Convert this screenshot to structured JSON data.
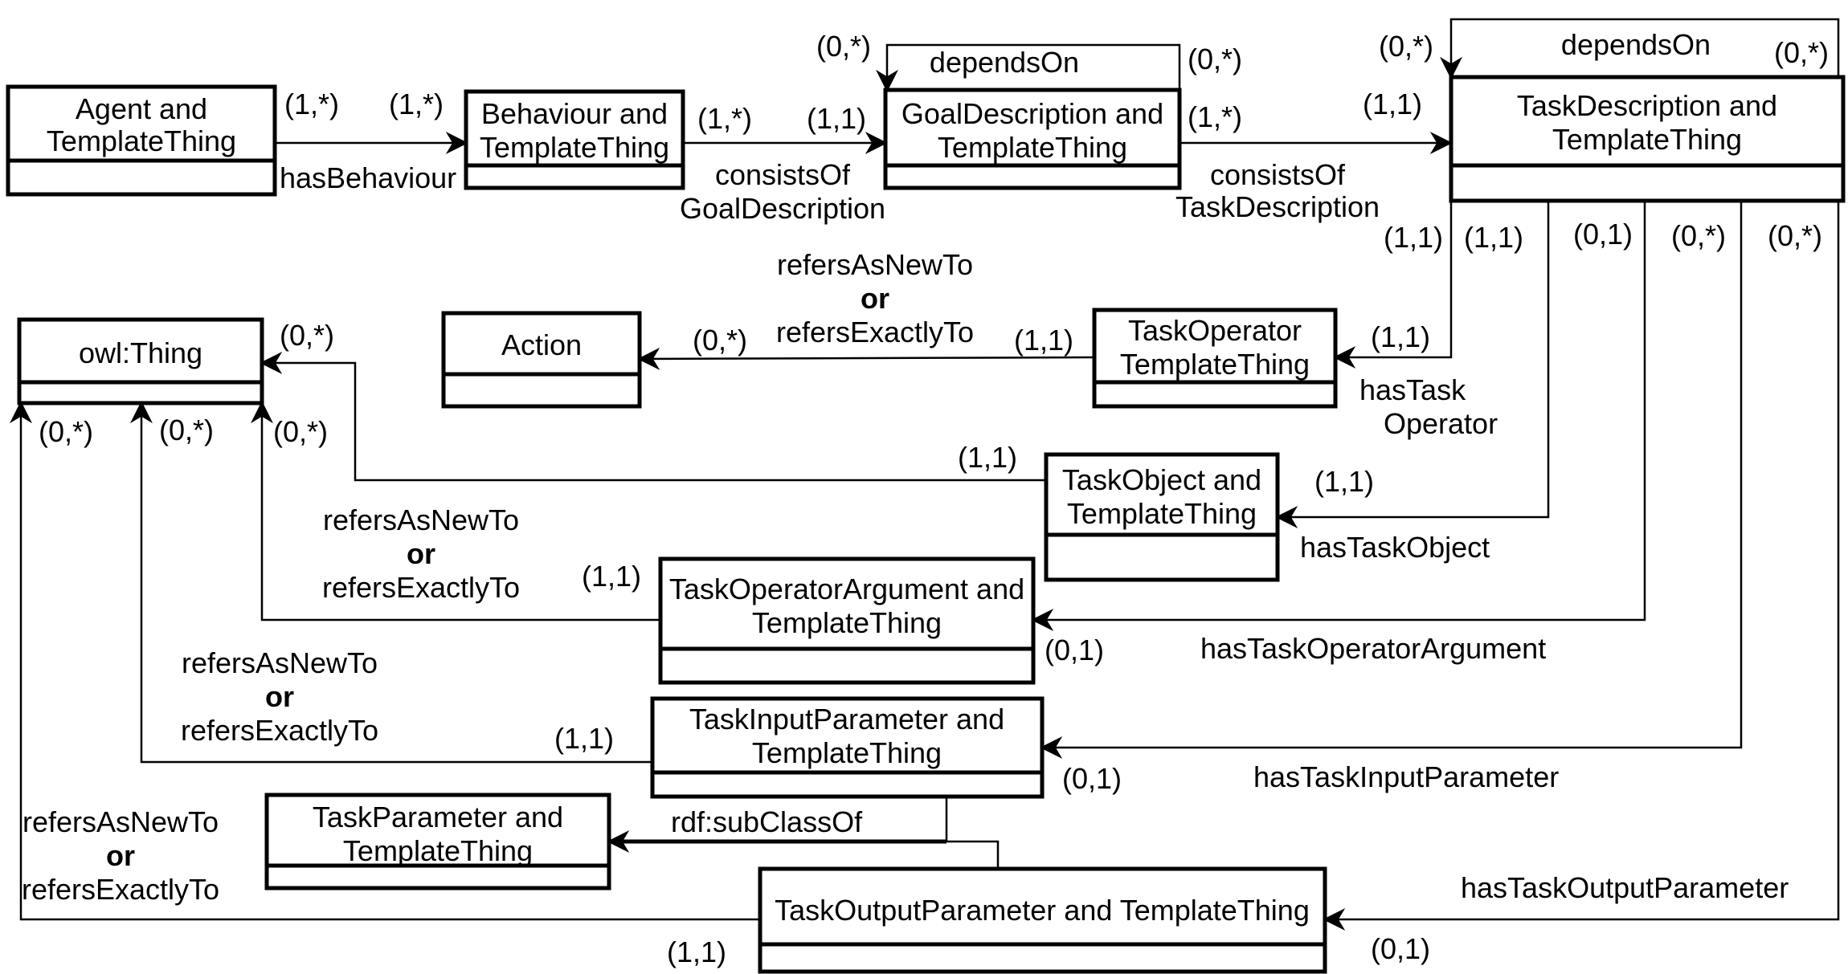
{
  "colors": {
    "line": "#000000",
    "background": "#ffffff"
  },
  "classes": {
    "agent": [
      "Agent  and",
      "TemplateThing"
    ],
    "behaviour": [
      "Behaviour and",
      "TemplateThing"
    ],
    "goal": [
      "GoalDescription and",
      "TemplateThing"
    ],
    "taskdesc": [
      "TaskDescription and",
      "TemplateThing"
    ],
    "owl": [
      "owl:Thing"
    ],
    "action": [
      "Action"
    ],
    "taskop": [
      "TaskOperator",
      "TemplateThing"
    ],
    "taskobj": [
      "TaskObject and",
      "TemplateThing"
    ],
    "taskoparg": [
      "TaskOperatorArgument and",
      "TemplateThing"
    ],
    "taskin": [
      "TaskInputParameter and",
      "TemplateThing"
    ],
    "taskparam": [
      "TaskParameter and",
      "TemplateThing"
    ],
    "taskout": [
      "TaskOutputParameter and TemplateThing"
    ]
  },
  "relations": {
    "hasBehaviour": "hasBehaviour",
    "consistsOfGoal": [
      "consistsOf",
      "GoalDescription"
    ],
    "dependsOnGoal": "dependsOn",
    "consistsOfTask": [
      "consistsOf",
      "TaskDescription"
    ],
    "dependsOnTask": "dependsOn",
    "refersAction": [
      "refersAsNewTo",
      "or",
      "refersExactlyTo"
    ],
    "hasTaskOperator": [
      "hasTask",
      "Operator"
    ],
    "hasTaskObject": "hasTaskObject",
    "refersOpArg": [
      "refersAsNewTo",
      "or",
      "refersExactlyTo"
    ],
    "hasTaskOperatorArgument": "hasTaskOperatorArgument",
    "refersInput": [
      "refersAsNewTo",
      "or",
      "refersExactlyTo"
    ],
    "hasTaskInputParameter": "hasTaskInputParameter",
    "subClassOf": "rdf:subClassOf",
    "refersOutput": [
      "refersAsNewTo",
      "or",
      "refersExactlyTo"
    ],
    "hasTaskOutputParameter": "hasTaskOutputParameter"
  },
  "multiplicities": {
    "agentBeh_src": "(1,*)",
    "agentBeh_dst": "(1,*)",
    "behGoal_src": "(1,*)",
    "behGoal_dst": "(1,1)",
    "goalDep_in": "(0,*)",
    "goalDep_out": "(0,*)",
    "goalTask_src": "(1,*)",
    "goalTask_dst": "(1,1)",
    "taskDep_in": "(0,*)",
    "taskDep_out": "(0,*)",
    "td_op": "(1,1)",
    "td_obj": "(1,1)",
    "td_arg": "(0,1)",
    "td_in": "(0,*)",
    "td_out": "(0,*)",
    "op_dst": "(1,1)",
    "op_src": "(1,1)",
    "action_dst": "(0,*)",
    "owl_obj": "(0,*)",
    "owl_out": "(0,*)",
    "owl_in": "(0,*)",
    "owl_arg": "(0,*)",
    "obj_src": "(1,1)",
    "obj_dst": "(1,1)",
    "arg_src": "(1,1)",
    "arg_dst": "(0,1)",
    "in_src": "(1,1)",
    "in_dst": "(0,1)",
    "out_src": "(1,1)",
    "out_dst": "(0,1)"
  }
}
